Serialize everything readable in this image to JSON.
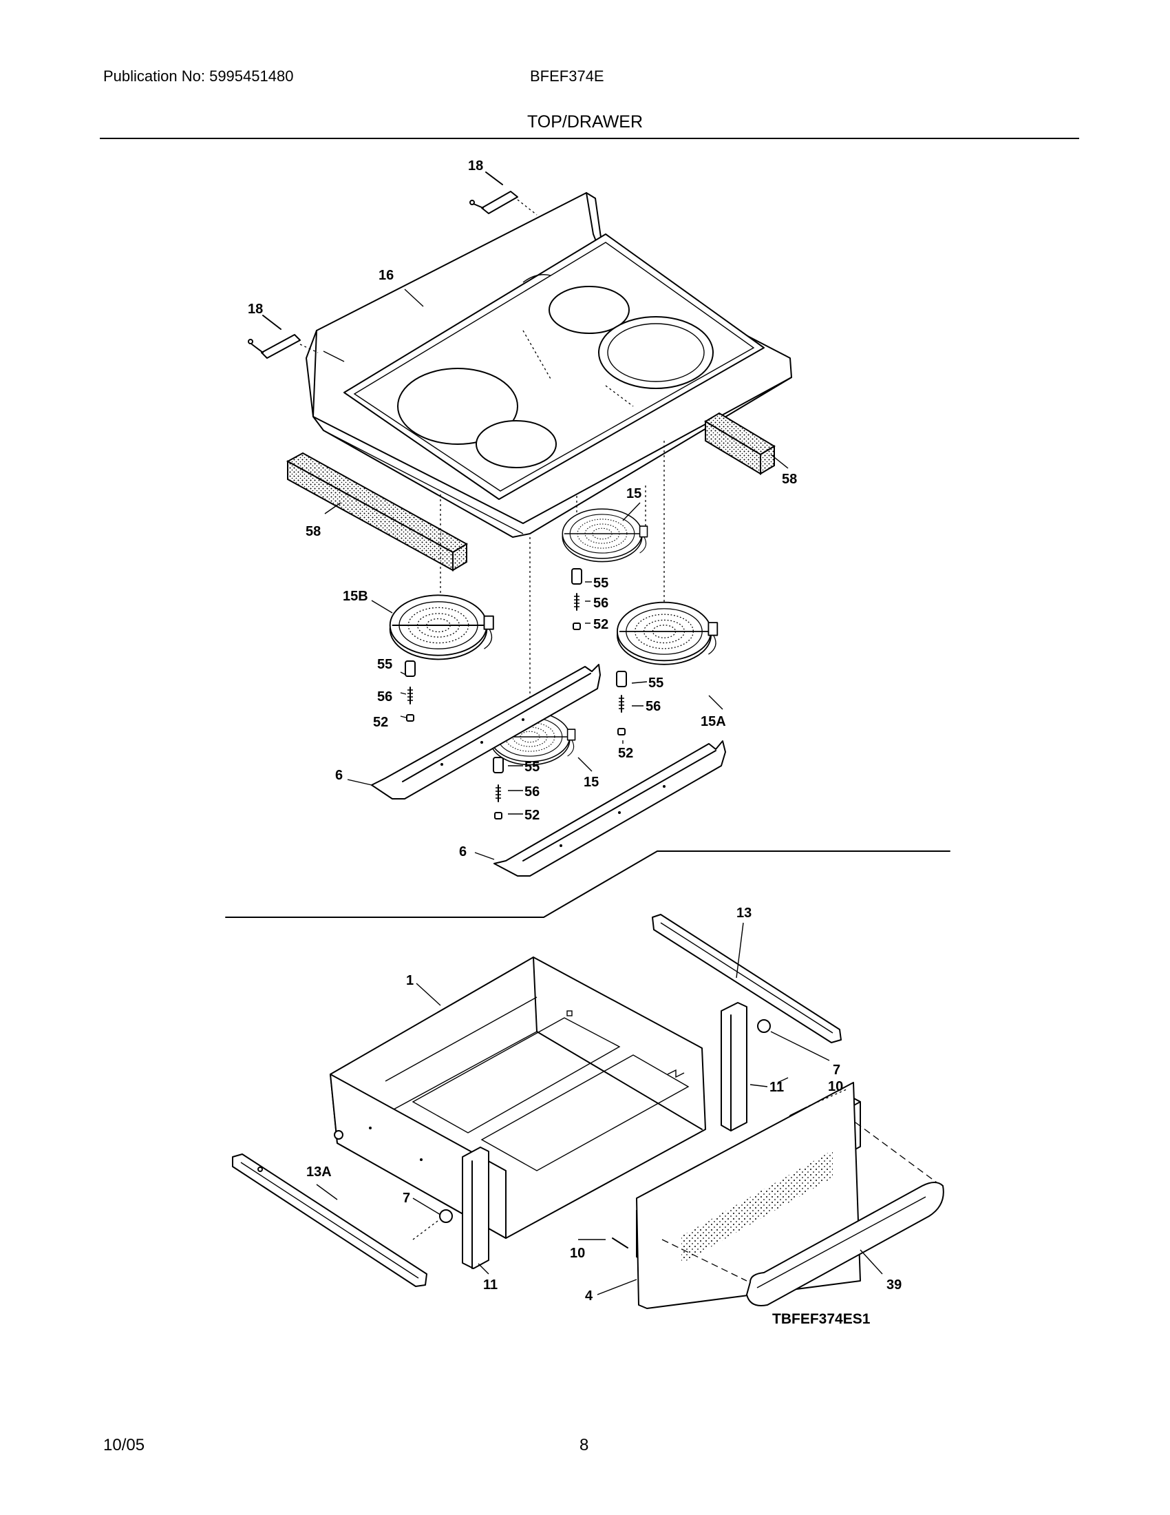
{
  "header": {
    "publication": "Publication No: 5995451480",
    "model": "BFEF374E",
    "section_title": "TOP/DRAWER"
  },
  "diagram": {
    "callouts": [
      "18",
      "18",
      "16",
      "58",
      "58",
      "15",
      "15B",
      "55",
      "56",
      "52",
      "55",
      "56",
      "52",
      "15A",
      "55",
      "56",
      "52",
      "15",
      "55",
      "56",
      "52",
      "6",
      "6",
      "13",
      "1",
      "7",
      "10",
      "11",
      "13A",
      "7",
      "11",
      "10",
      "4",
      "39"
    ],
    "drawing_code": "TBFEF374ES1"
  },
  "footer": {
    "date": "10/05",
    "page_number": "8"
  }
}
